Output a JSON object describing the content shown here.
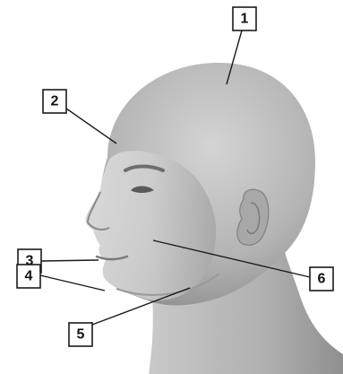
{
  "figure": {
    "subject": "head-profile-illustration",
    "labels": [
      {
        "id": "label-1",
        "text": "1"
      },
      {
        "id": "label-2",
        "text": "2"
      },
      {
        "id": "label-3",
        "text": "3"
      },
      {
        "id": "label-4",
        "text": "4"
      },
      {
        "id": "label-5",
        "text": "5"
      },
      {
        "id": "label-6",
        "text": "6"
      }
    ]
  }
}
